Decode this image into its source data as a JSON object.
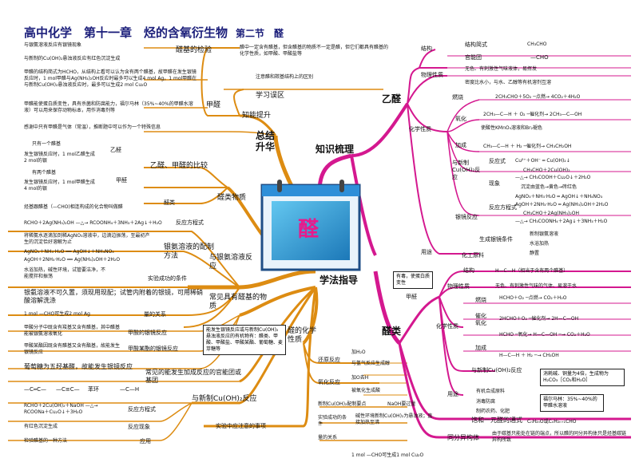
{
  "title": {
    "main": "高中化学　第十一章　烃的含氧衍生物",
    "section": "第二节　醛"
  },
  "center": {
    "label": "醛"
  },
  "branches": {
    "knowledge": "知识梳理",
    "summary": "总结\n升华",
    "method": "学法指导",
    "acetaldehyde": "乙醛",
    "aldehydes": "醛类"
  },
  "top_left": {
    "detect_title": "醛基的检验",
    "detect_1": "与银氨溶液反应有银镜现象",
    "detect_2": "与新制的Cu(OH)₂悬浊液反应有红色沉淀生成",
    "formaldehyde_title": "甲醛",
    "formaldehyde_text": "甲醛的结构简式为HCHO，从结构上看可以认为含有两个醛基，故甲醛在发生银镜反应时，1 mol甲醛与Ag(NH₃)₂OH反应时最多可以生成4 mol Ag，1 mol甲醛在与新制Cu(OH)₂悬浊液反应时，最多可以生成2 mol Cu₂O",
    "formalin_text": "甲醛能使蛋白质变性，具有杀菌和防腐能力，福尔马林（35%~40%的甲醛水溶液）可以用来保存动物标本，用作消毒剂等",
    "knowledge_up": "知能提升",
    "sense_text": "感谢中只有甲醛是气体（常温），推断题中可以作为一个特殊信息",
    "misread_title": "学习误区",
    "misread_1": "醛中一定含有醛基，但含醛基的物质不一定是醛，但它们都具有醛基的化学性质，如甲酸、甲酸盐等",
    "misread_2": "注意醛和羰基结构上的区别"
  },
  "compare": {
    "title": "乙醛、甲醛的比较",
    "only_one": "只有一个醛基",
    "acet": "乙醛",
    "acet_text": "发生银镜反应时，1 mol乙醛生成2 mol的银",
    "two": "有两个醛基",
    "form": "甲醛",
    "form_text": "发生银镜反应时，1 mol甲醛生成4 mol的银"
  },
  "aldehyde_substances": {
    "title": "醛类物质",
    "aldehydes_label": "醛类",
    "def": "烃基跟醛基（—CHO)相连构成的化合物叫做醛"
  },
  "silver": {
    "eq_title": "反应方程式",
    "eq": "RCHO＋2Ag(NH₃)₂OH —△→ RCOONH₄＋3NH₃＋2Ag↓＋H₂O",
    "prep_title": "银氨溶液的配制方法",
    "prep_text": "将稀氨水逐滴加到稀AgNO₃溶液中，边滴边振荡，至最初产生的沉淀恰好溶解为止",
    "prep_eq1": "AgNO₃＋NH₃·H₂O ══ AgOH↓＋NH₄NO₃",
    "prep_eq2": "AgOH＋2NH₃·H₂O ══ Ag(NH₃)₂OH＋2H₂O",
    "big_title": "与银氨溶液反应",
    "cond_title": "实验成功的条件",
    "cond_text": "水浴加热，碱性环境，试管要洁净，不能搅拌和振荡",
    "store_text": "银氨溶液不可久置，须现用现配；试管内附着的银镜，可用稀硝酸溶解洗涤",
    "qty_title": "量的关系",
    "qty_text": "1 mol —CHO可生成2 mol Ag"
  },
  "common": {
    "title": "常见具有醛基的物质",
    "formic": "甲酸分子中既含有羧基又含有醛基，其中醛基能被银氨溶液氧化",
    "formic_t": "甲酸的银镜反应",
    "ester": "甲酸某酯因既含有醛基又含有酯基，故能发生银镜反应",
    "ester_t": "甲酸某酯的银镜反应",
    "glucose": "葡萄糖为五羟基醛，故能发生银镜反应",
    "box": "能发生银镜反应或与新制Cu(OH)₂悬浊液反应的有机物有：醛类、甲酸、甲酸盐、甲酸某酯、葡萄糖、麦芽糖等",
    "addition": "常见的能发生加成反应的官能团或基团",
    "groups": [
      "—C═C—",
      "—C≡C—",
      "苯环",
      "—C—H"
    ]
  },
  "cuoh": {
    "title": "与新制Cu(OH)₂反应",
    "eq_t": "反应方程式",
    "eq": "RCHO＋2Cu(OH)₂＋NaOH —△→ RCOONa＋Cu₂O↓＋3H₂O",
    "phen": "有红色沉淀生成",
    "phen_t": "反应现象",
    "use": "检验醛基的一种方法",
    "use_t": "应用",
    "exp_t": "实验中应注意的事项",
    "exp_1_t": "新制Cu(OH)₂配制要点",
    "exp_1": "NaOH要过量",
    "exp_2_t": "实验成功的条件",
    "exp_2": "碱性环境新制Cu(OH)₂为悬浊液；直接加热至沸",
    "exp_3_t": "量的关系",
    "exp_3": "1 mol —CHO可生成1 mol Cu₂O"
  },
  "chem_props": {
    "title": "醛的化学性质",
    "reduce": "还原反应",
    "reduce_1": "加H₂O",
    "reduce_2": "与氢气反应生成醇",
    "oxid": "氧化反应",
    "oxid_1": "加O去H",
    "oxid_2": "被氧化生成酸"
  },
  "right_acet": {
    "structure": "结构",
    "struct_formula": "结构简式",
    "struct_val": "CH₃CHO",
    "func_group": "官能团",
    "func_val": "—CHO",
    "physical": "物理性质",
    "phys_1": "无色、有刺激性气味液体，易挥发",
    "phys_2": "密度比水小，与水、乙醇等有机溶剂互溶",
    "chemical": "化学性质",
    "oxidation": "氧化",
    "burn": "燃烧",
    "burn_eq": "2CH₃CHO＋5O₂ ─点燃→ 4CO₂＋4H₂O",
    "cat_eq": "2CH₃—C—H ＋ O₂ ─催化剂→ 2CH₃—C—OH",
    "kmno4": "使酸性KMnO₄溶液和Br₂褪色",
    "addition": "加成",
    "add_eq": "CH₃—C—H ＋ H₂ ─催化剂→ CH₃CH₂OH",
    "cu_react": "与新制Cu(OH)₂反应",
    "cu_eq_t": "反应式",
    "cu_eq": "Cu²⁺＋OH⁻ ═ Cu(OH)₂↓",
    "cu_eq2": "CH₃CHO＋2Cu(OH)₂",
    "cu_eq3": "—△→ CH₃COOH＋Cu₂O↓＋2H₂O",
    "phen_t": "现象",
    "phen": "沉淀由蓝色→黄色→砖红色",
    "ag_react": "银镜反应",
    "ag_eq_t": "反应方程式",
    "ag_eq1": "AgNO₃＋NH₃·H₂O ═ AgOH↓＋NH₄NO₃",
    "ag_eq2": "AgOH＋2NH₃·H₂O ═ Ag(NH₃)₂OH＋2H₂O",
    "ag_eq3": "CH₃CHO＋2Ag(NH₃)₂OH",
    "ag_eq4": "—△→ CH₃COONH₄＋2Ag↓＋3NH₃＋H₂O",
    "mirror": "生成银镜条件",
    "mirror_1": "新制银氨溶液",
    "mirror_2": "水浴加热",
    "mirror_3": "静置",
    "use": "用途",
    "use_val": "化工原料"
  },
  "right_aldehydes": {
    "formaldehyde": "甲醛",
    "poison": "有毒，使蛋白质变性",
    "structure": "结构",
    "struct_val": "H—C—H（相当于含有两个醛基）",
    "physical": "物理性质",
    "phys_val": "无色、有刺激性气味的气体、易溶于水",
    "chemical": "化学性质",
    "burn": "燃烧",
    "burn_eq": "HCHO＋O₂ ─点燃→ CO₂＋H₂O",
    "cat_ox": "催化氧化",
    "cat_eq": "2HCHO＋O₂ ─催化剂→ 2H—C—OH",
    "addition": "加成",
    "cat_eq2": "HCHO ─氧化→ H—C—OH ─→ CO₂＋H₂O",
    "add_eq": "H—C—H ＋ H₂ ─→ CH₃OH",
    "cu_react": "与新制Cu(OH)₂反应",
    "cu_box": "消耗碱、铜量为4倍，生成物为H₂CO₃［CO₂和H₂O］",
    "use": "用途",
    "use_1": "有机合成原料",
    "use_2": "消毒防腐",
    "use_3": "制药农药、化肥",
    "formalin": "福尔马林：35%~40%的甲醛水溶液",
    "saturated": "饱和一元醛的通式",
    "sat_val": "CₙH₂ₙO或CₙH₂ₙ₊₁CHO",
    "isomer": "同分异构体",
    "iso_val": "由于碳基只能处在链的端点，所以醛的同分异构体只是烃基碳链异构所致"
  },
  "colors": {
    "orange": "#dd8c12",
    "magenta": "#d4188f",
    "title": "#1b1e7a",
    "pink": "#e81a8b"
  }
}
